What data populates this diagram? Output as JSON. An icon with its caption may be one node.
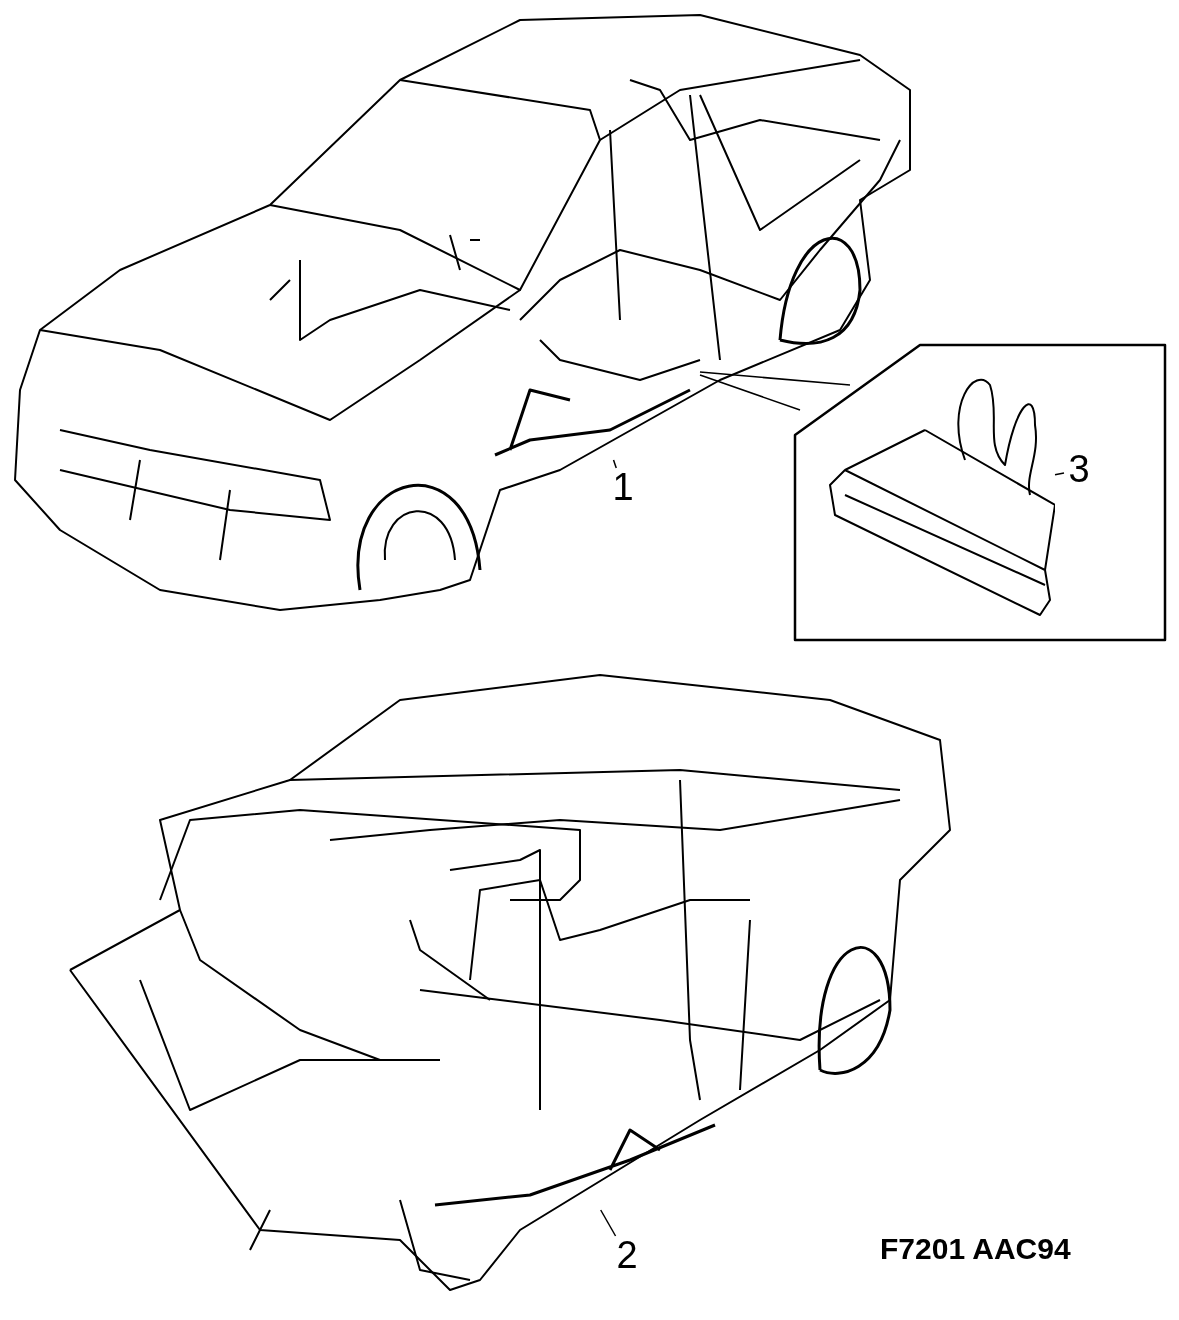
{
  "diagram": {
    "nodes": [
      {
        "text": [
          "1"
        ]
      },
      {
        "text": [],
        "shape": "picture"
      },
      {
        "text": [
          "2"
        ]
      },
      {
        "text": [],
        "shape": "picture"
      },
      {
        "text": [
          "3"
        ]
      },
      {
        "text": [],
        "shape": "picture"
      }
    ],
    "edges": [
      {
        "from": 0,
        "to": 1,
        "arrow": "none"
      },
      {
        "from": 2,
        "to": 3,
        "arrow": "none"
      },
      {
        "from": 4,
        "to": 5,
        "arrow": "none"
      }
    ],
    "labels": [
      "F7201 AAC94"
    ]
  }
}
